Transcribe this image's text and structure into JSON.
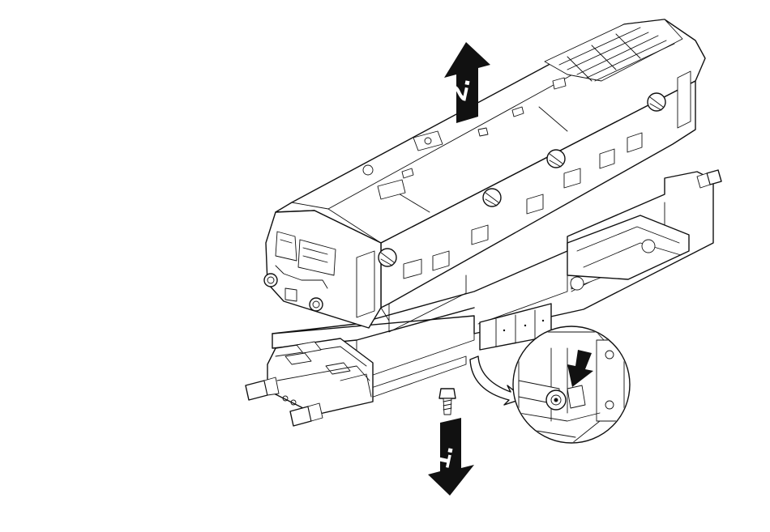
{
  "steps": [
    {
      "label": "1.",
      "direction": "down"
    },
    {
      "label": "2.",
      "direction": "up"
    }
  ],
  "colors": {
    "line": "#111111",
    "background": "#ffffff",
    "arrow": "#111111"
  }
}
